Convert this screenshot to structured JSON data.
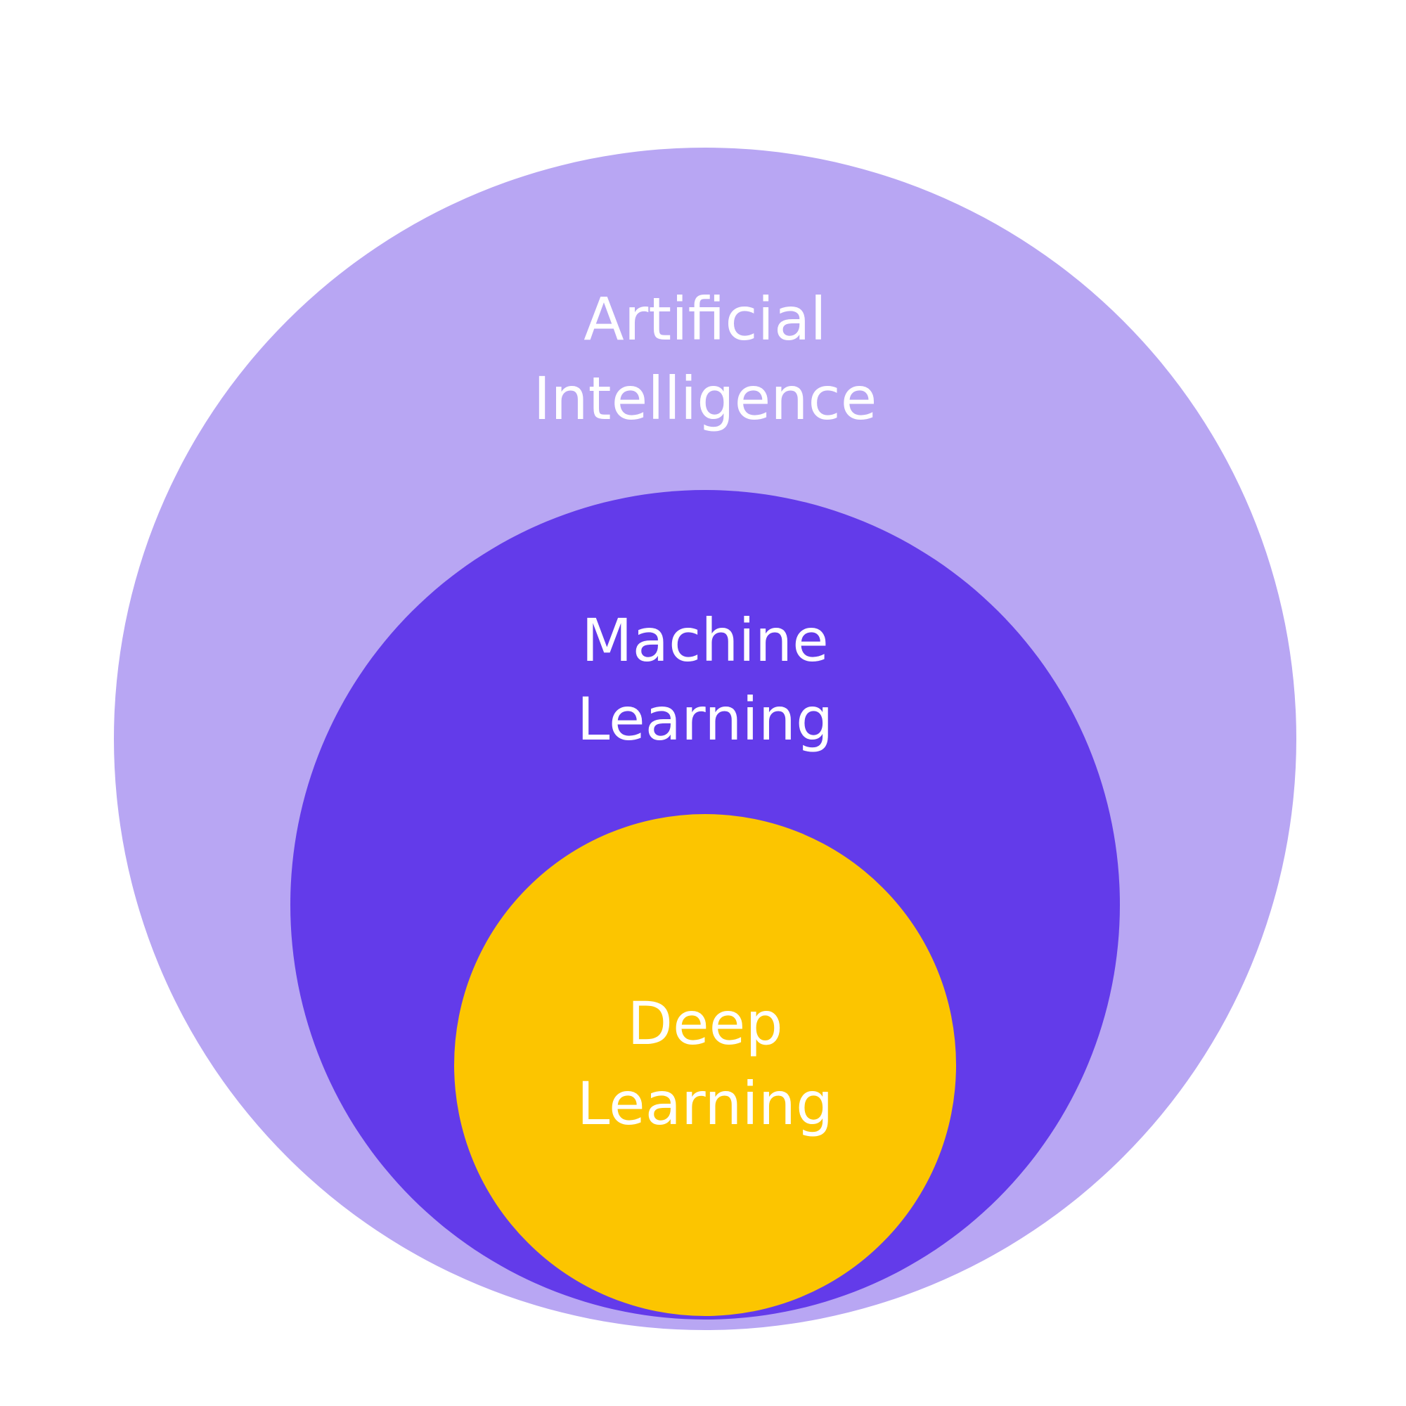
{
  "diagram": {
    "outer": {
      "line1": "Artificial",
      "line2": "Intelligence",
      "color": "#B8A6F3"
    },
    "middle": {
      "line1": "Machine",
      "line2": "Learning",
      "color": "#633BEA"
    },
    "inner": {
      "line1": "Deep",
      "line2": "Learning",
      "color": "#FCC500"
    }
  }
}
